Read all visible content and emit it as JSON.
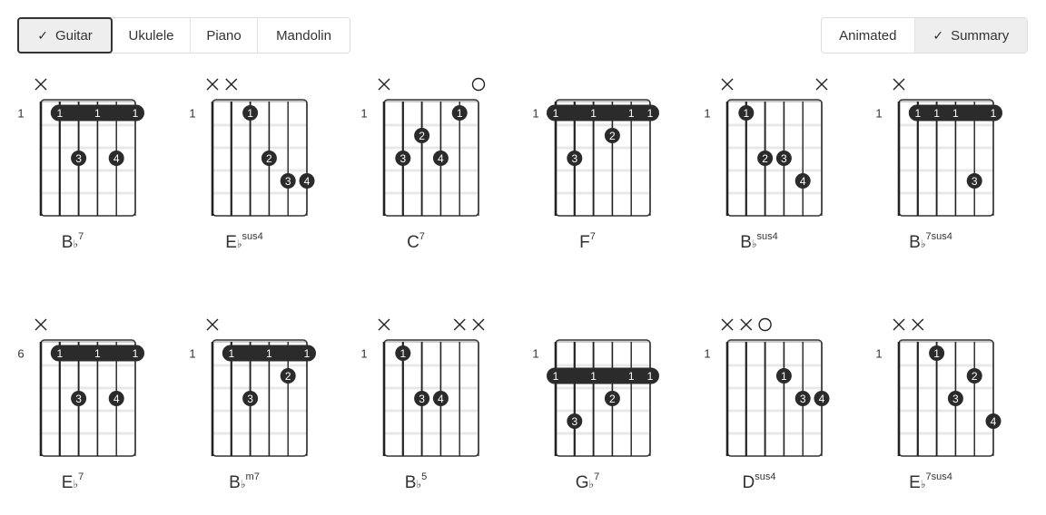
{
  "instruments": [
    {
      "label": "Guitar",
      "active": true
    },
    {
      "label": "Ukulele",
      "active": false
    },
    {
      "label": "Piano",
      "active": false
    },
    {
      "label": "Mandolin",
      "active": false
    }
  ],
  "views": [
    {
      "label": "Animated",
      "active": false
    },
    {
      "label": "Summary",
      "active": true
    }
  ],
  "check_icon": "✓",
  "chords": [
    {
      "root": "B",
      "acc": "♭",
      "suffix": "7",
      "base_fret": "1",
      "markers": [
        "x",
        null,
        null,
        null,
        null,
        null
      ],
      "barres": [
        {
          "fret": 1,
          "from": 1,
          "to": 5,
          "labels": [
            1,
            3,
            5
          ],
          "finger": "1"
        }
      ],
      "dots": [
        {
          "s": 2,
          "f": 3,
          "n": "3"
        },
        {
          "s": 4,
          "f": 3,
          "n": "4"
        }
      ]
    },
    {
      "root": "E",
      "acc": "♭",
      "suffix": "sus4",
      "base_fret": "1",
      "markers": [
        "x",
        "x",
        null,
        null,
        null,
        null
      ],
      "barres": [],
      "dots": [
        {
          "s": 2,
          "f": 1,
          "n": "1"
        },
        {
          "s": 3,
          "f": 3,
          "n": "2"
        },
        {
          "s": 4,
          "f": 4,
          "n": "3"
        },
        {
          "s": 5,
          "f": 4,
          "n": "4"
        }
      ]
    },
    {
      "root": "C",
      "acc": "",
      "suffix": "7",
      "base_fret": "1",
      "markers": [
        "x",
        null,
        null,
        null,
        null,
        "o"
      ],
      "barres": [],
      "dots": [
        {
          "s": 4,
          "f": 1,
          "n": "1"
        },
        {
          "s": 2,
          "f": 2,
          "n": "2"
        },
        {
          "s": 1,
          "f": 3,
          "n": "3"
        },
        {
          "s": 3,
          "f": 3,
          "n": "4"
        }
      ]
    },
    {
      "root": "F",
      "acc": "",
      "suffix": "7",
      "base_fret": "1",
      "markers": [
        null,
        null,
        null,
        null,
        null,
        null
      ],
      "barres": [
        {
          "fret": 1,
          "from": 0,
          "to": 5,
          "labels": [
            0,
            2,
            4,
            5
          ],
          "finger": "1"
        }
      ],
      "dots": [
        {
          "s": 3,
          "f": 2,
          "n": "2"
        },
        {
          "s": 1,
          "f": 3,
          "n": "3"
        }
      ]
    },
    {
      "root": "B",
      "acc": "♭",
      "suffix": "sus4",
      "base_fret": "1",
      "markers": [
        "x",
        null,
        null,
        null,
        null,
        "x"
      ],
      "barres": [],
      "dots": [
        {
          "s": 1,
          "f": 1,
          "n": "1"
        },
        {
          "s": 2,
          "f": 3,
          "n": "2"
        },
        {
          "s": 3,
          "f": 3,
          "n": "3"
        },
        {
          "s": 4,
          "f": 4,
          "n": "4"
        }
      ]
    },
    {
      "root": "B",
      "acc": "♭",
      "suffix": "7sus4",
      "base_fret": "1",
      "markers": [
        "x",
        null,
        null,
        null,
        null,
        null
      ],
      "barres": [
        {
          "fret": 1,
          "from": 1,
          "to": 5,
          "labels": [
            1,
            2,
            3,
            5
          ],
          "finger": "1"
        }
      ],
      "dots": [
        {
          "s": 4,
          "f": 4,
          "n": "3"
        }
      ]
    },
    {
      "root": "E",
      "acc": "♭",
      "suffix": "7",
      "base_fret": "6",
      "markers": [
        "x",
        null,
        null,
        null,
        null,
        null
      ],
      "barres": [
        {
          "fret": 1,
          "from": 1,
          "to": 5,
          "labels": [
            1,
            3,
            5
          ],
          "finger": "1"
        }
      ],
      "dots": [
        {
          "s": 2,
          "f": 3,
          "n": "3"
        },
        {
          "s": 4,
          "f": 3,
          "n": "4"
        }
      ]
    },
    {
      "root": "B",
      "acc": "♭",
      "suffix": "m7",
      "base_fret": "1",
      "markers": [
        "x",
        null,
        null,
        null,
        null,
        null
      ],
      "barres": [
        {
          "fret": 1,
          "from": 1,
          "to": 5,
          "labels": [
            1,
            3,
            5
          ],
          "finger": "1"
        }
      ],
      "dots": [
        {
          "s": 4,
          "f": 2,
          "n": "2"
        },
        {
          "s": 2,
          "f": 3,
          "n": "3"
        }
      ]
    },
    {
      "root": "B",
      "acc": "♭",
      "suffix": "5",
      "base_fret": "1",
      "markers": [
        "x",
        null,
        null,
        null,
        "x",
        "x"
      ],
      "barres": [],
      "dots": [
        {
          "s": 1,
          "f": 1,
          "n": "1"
        },
        {
          "s": 2,
          "f": 3,
          "n": "3"
        },
        {
          "s": 3,
          "f": 3,
          "n": "4"
        }
      ]
    },
    {
      "root": "G",
      "acc": "♭",
      "suffix": "7",
      "base_fret": "1",
      "markers": [
        null,
        null,
        null,
        null,
        null,
        null
      ],
      "barres": [
        {
          "fret": 2,
          "from": 0,
          "to": 5,
          "labels": [
            0,
            2,
            4,
            5
          ],
          "finger": "1"
        }
      ],
      "dots": [
        {
          "s": 3,
          "f": 3,
          "n": "2"
        },
        {
          "s": 1,
          "f": 4,
          "n": "3"
        }
      ]
    },
    {
      "root": "D",
      "acc": "",
      "suffix": "sus4",
      "base_fret": "1",
      "markers": [
        "x",
        "x",
        "o",
        null,
        null,
        null
      ],
      "barres": [],
      "dots": [
        {
          "s": 3,
          "f": 2,
          "n": "1"
        },
        {
          "s": 4,
          "f": 3,
          "n": "3"
        },
        {
          "s": 5,
          "f": 3,
          "n": "4"
        }
      ]
    },
    {
      "root": "E",
      "acc": "♭",
      "suffix": "7sus4",
      "base_fret": "1",
      "markers": [
        "x",
        "x",
        null,
        null,
        null,
        null
      ],
      "barres": [],
      "dots": [
        {
          "s": 2,
          "f": 1,
          "n": "1"
        },
        {
          "s": 4,
          "f": 2,
          "n": "2"
        },
        {
          "s": 3,
          "f": 3,
          "n": "3"
        },
        {
          "s": 5,
          "f": 4,
          "n": "4"
        }
      ]
    }
  ]
}
